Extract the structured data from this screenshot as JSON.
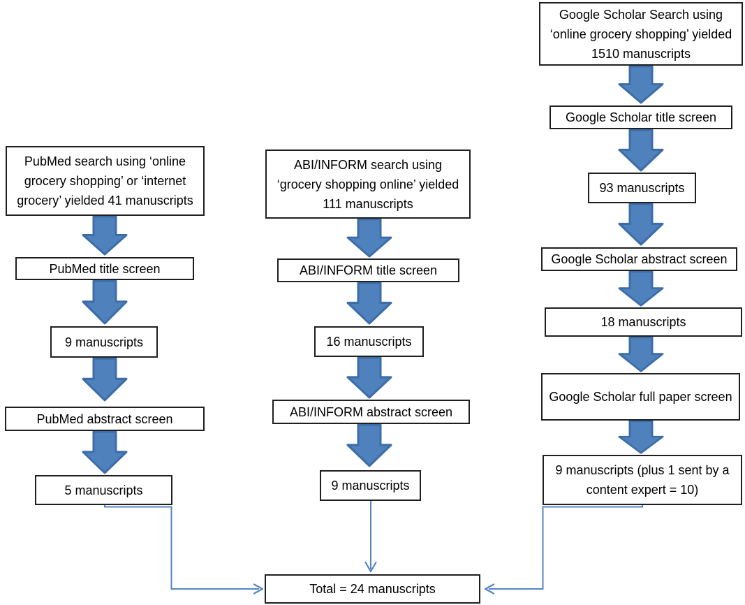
{
  "diagram": {
    "type": "flowchart",
    "columns": [
      {
        "source": "PubMed",
        "boxes": [
          "PubMed search using ‘online grocery shopping’ or ‘internet grocery’ yielded 41 manuscripts",
          "PubMed title screen",
          "9 manuscripts",
          "PubMed abstract screen",
          "5 manuscripts"
        ]
      },
      {
        "source": "ABI/INFORM",
        "boxes": [
          "ABI/INFORM search using ‘grocery shopping online’ yielded 111 manuscripts",
          "ABI/INFORM title screen",
          "16 manuscripts",
          "ABI/INFORM abstract screen",
          "9 manuscripts"
        ]
      },
      {
        "source": "Google Scholar",
        "boxes": [
          "Google Scholar Search using ‘online grocery shopping’ yielded 1510 manuscripts",
          "Google Scholar title screen",
          "93 manuscripts",
          "Google Scholar abstract screen",
          "18 manuscripts",
          "Google Scholar full paper screen",
          "9 manuscripts (plus 1 sent by a content expert = 10)"
        ]
      }
    ],
    "total_box": {
      "label": "Total = 24 manuscripts"
    },
    "connectors": [
      {
        "from": "5 manuscripts (PubMed)",
        "to": "Total = 24 manuscripts"
      },
      {
        "from": "9 manuscripts (ABI/INFORM)",
        "to": "Total = 24 manuscripts"
      },
      {
        "from": "9 manuscripts (Google Scholar)",
        "to": "Total = 24 manuscripts"
      }
    ],
    "icons": {
      "down_arrow": "block-down-arrow"
    },
    "colors": {
      "arrow_fill": "#4f81bd",
      "arrow_stroke": "#3c6da8",
      "connector": "#5585c5",
      "box_border": "#1f1f1f",
      "text": "#000000",
      "background": "#ffffff"
    }
  }
}
